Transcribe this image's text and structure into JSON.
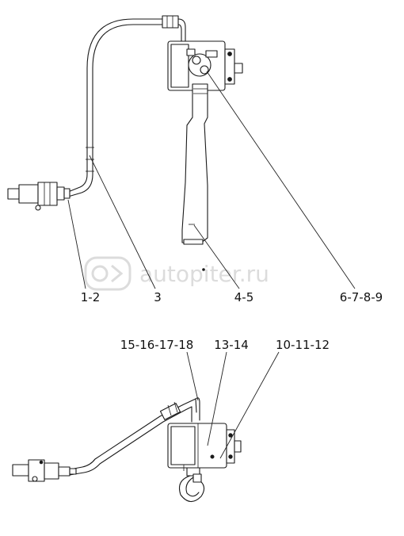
{
  "watermark": {
    "text": "autopiter.ru"
  },
  "upper_assembly": {
    "callouts": [
      "1-2",
      "3",
      "4-5",
      "6-7-8-9"
    ]
  },
  "lower_assembly": {
    "callouts": [
      "15-16-17-18",
      "13-14",
      "10-11-12"
    ]
  }
}
